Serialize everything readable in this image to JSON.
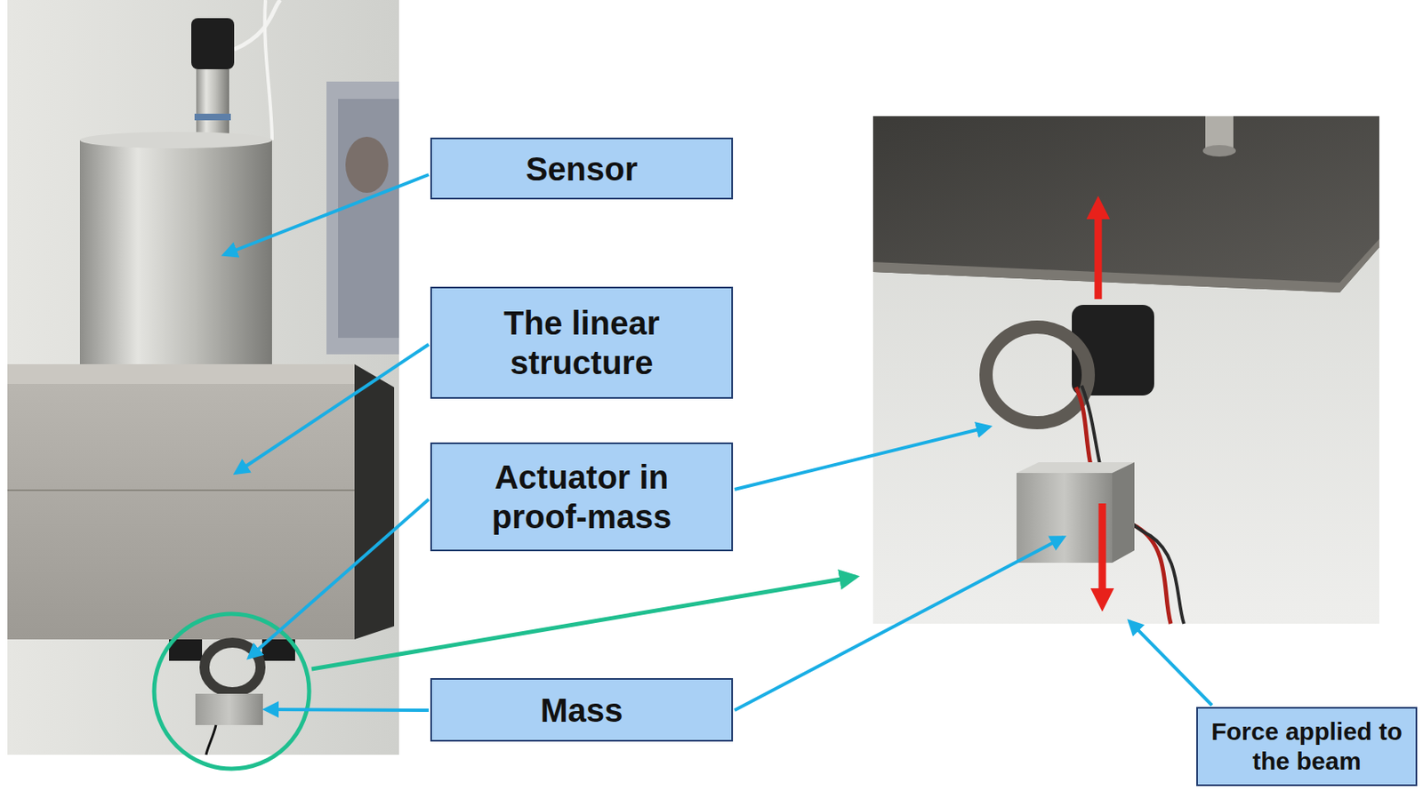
{
  "diagram": {
    "nodes": [
      {
        "text": [
          "Sensor"
        ]
      },
      {
        "text": [
          "The linear structure"
        ]
      },
      {
        "text": [
          "Actuator in proof-mass"
        ]
      },
      {
        "text": [
          "Mass"
        ]
      },
      {
        "text": [
          "Force applied to the beam"
        ]
      }
    ]
  }
}
